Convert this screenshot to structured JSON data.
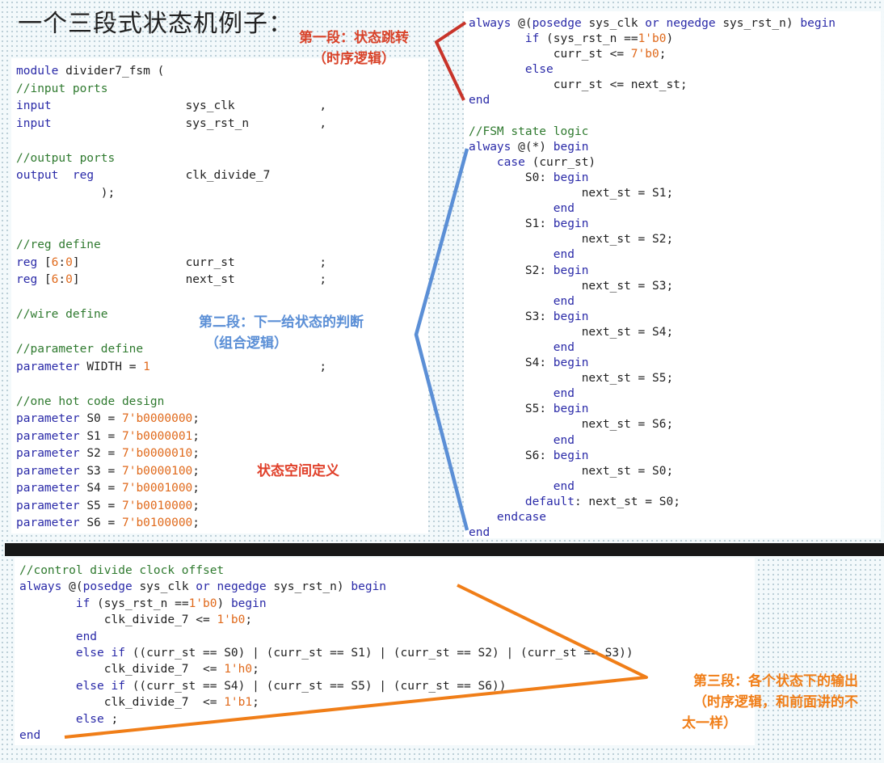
{
  "title": "一个三段式状态机例子：",
  "annotations": {
    "segment1_line1": "第一段：状态跳转",
    "segment1_line2": "（时序逻辑）",
    "segment2_line1": "第二段：下一给状态的判断",
    "segment2_line2": "（组合逻辑）",
    "state_space": "状态空间定义",
    "segment3_line1": "第三段：各个状态下的输出",
    "segment3_line2": "（时序逻辑，和前面讲的不",
    "segment3_line3": "太一样）"
  },
  "colors": {
    "segment1_arrow": "#c8342a",
    "segment2_bracket": "#5b8fd6",
    "segment3_arrow": "#f07e18"
  },
  "code_left": [
    "module divider7_fsm (",
    "//input ports",
    "input                   sys_clk            ,",
    "input                   sys_rst_n          ,",
    "",
    "//output ports",
    "output  reg             clk_divide_7",
    "            );",
    "",
    "",
    "//reg define",
    "reg [6:0]               curr_st            ;",
    "reg [6:0]               next_st            ;",
    "",
    "//wire define",
    "",
    "//parameter define",
    "parameter WIDTH = 1                        ;",
    "",
    "//one hot code design",
    "parameter S0 = 7'b0000000;",
    "parameter S1 = 7'b0000001;",
    "parameter S2 = 7'b0000010;",
    "parameter S3 = 7'b0000100;",
    "parameter S4 = 7'b0001000;",
    "parameter S5 = 7'b0010000;",
    "parameter S6 = 7'b0100000;"
  ],
  "code_right": [
    "always @(posedge sys_clk or negedge sys_rst_n) begin",
    "        if (sys_rst_n ==1'b0)",
    "            curr_st <= 7'b0;",
    "        else",
    "            curr_st <= next_st;",
    "end",
    "",
    "//FSM state logic",
    "always @(*) begin",
    "    case (curr_st)",
    "        S0: begin",
    "                next_st = S1;",
    "            end",
    "        S1: begin",
    "                next_st = S2;",
    "            end",
    "        S2: begin",
    "                next_st = S3;",
    "            end",
    "        S3: begin",
    "                next_st = S4;",
    "            end",
    "        S4: begin",
    "                next_st = S5;",
    "            end",
    "        S5: begin",
    "                next_st = S6;",
    "            end",
    "        S6: begin",
    "                next_st = S0;",
    "            end",
    "        default: next_st = S0;",
    "    endcase",
    "end"
  ],
  "code_bottom": [
    "//control divide clock offset",
    "always @(posedge sys_clk or negedge sys_rst_n) begin",
    "        if (sys_rst_n ==1'b0) begin",
    "            clk_divide_7 <= 1'b0;",
    "        end",
    "        else if ((curr_st == S0) | (curr_st == S1) | (curr_st == S2) | (curr_st == S3))",
    "            clk_divide_7  <= 1'h0;",
    "        else if ((curr_st == S4) | (curr_st == S5) | (curr_st == S6))",
    "            clk_divide_7  <= 1'b1;",
    "        else ;",
    "end"
  ]
}
